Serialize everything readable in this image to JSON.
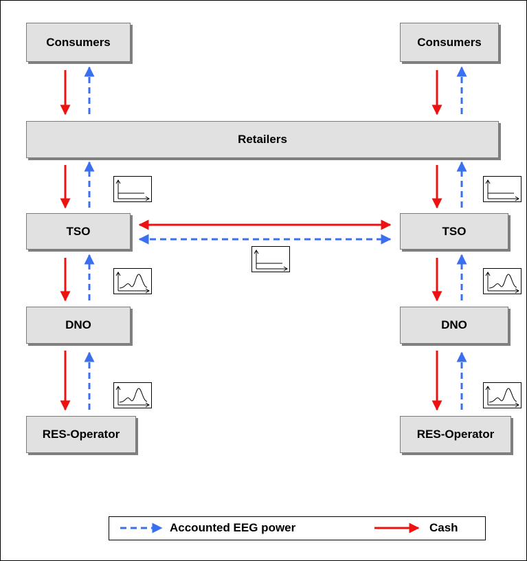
{
  "nodes": {
    "consumers_left": "Consumers",
    "consumers_right": "Consumers",
    "retailers": "Retailers",
    "tso_left": "TSO",
    "tso_right": "TSO",
    "dno_left": "DNO",
    "dno_right": "DNO",
    "res_left": "RES-Operator",
    "res_right": "RES-Operator"
  },
  "legend": {
    "power_label": "Accounted EEG power",
    "cash_label": "Cash"
  },
  "colors": {
    "cash": "#ee1111",
    "power": "#3a6ff0",
    "node_fill": "#e1e1e1",
    "shadow": "#808080"
  },
  "icons": {
    "flat_profile": "flat-profile-icon",
    "curve_profile": "curve-profile-icon"
  }
}
